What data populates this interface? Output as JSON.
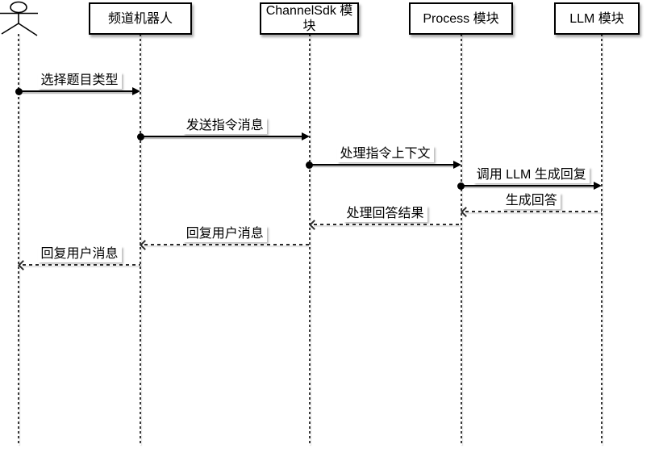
{
  "diagram": {
    "type": "sequence",
    "background_color": "#ffffff",
    "stroke_color": "#000000",
    "box_fill_color": "#ffffff",
    "participants": [
      {
        "id": "user",
        "type": "actor",
        "label": ""
      },
      {
        "id": "bot",
        "type": "box",
        "label": "频道机器人"
      },
      {
        "id": "sdk",
        "type": "box",
        "label": "ChannelSdk 模块"
      },
      {
        "id": "process",
        "type": "box",
        "label": "Process 模块"
      },
      {
        "id": "llm",
        "type": "box",
        "label": "LLM 模块"
      }
    ],
    "messages": [
      {
        "from": "user",
        "to": "bot",
        "label": "选择题目类型",
        "style": "solid",
        "arrow": "filled"
      },
      {
        "from": "bot",
        "to": "sdk",
        "label": "发送指令消息",
        "style": "solid",
        "arrow": "filled"
      },
      {
        "from": "sdk",
        "to": "process",
        "label": "处理指令上下文",
        "style": "solid",
        "arrow": "filled"
      },
      {
        "from": "process",
        "to": "llm",
        "label": "调用 LLM 生成回复",
        "style": "solid",
        "arrow": "filled"
      },
      {
        "from": "llm",
        "to": "process",
        "label": "生成回答",
        "style": "dashed",
        "arrow": "open"
      },
      {
        "from": "process",
        "to": "sdk",
        "label": "处理回答结果",
        "style": "dashed",
        "arrow": "open"
      },
      {
        "from": "sdk",
        "to": "bot",
        "label": "回复用户消息",
        "style": "dashed",
        "arrow": "open"
      },
      {
        "from": "bot",
        "to": "user",
        "label": "回复用户消息",
        "style": "dashed",
        "arrow": "open"
      }
    ]
  }
}
